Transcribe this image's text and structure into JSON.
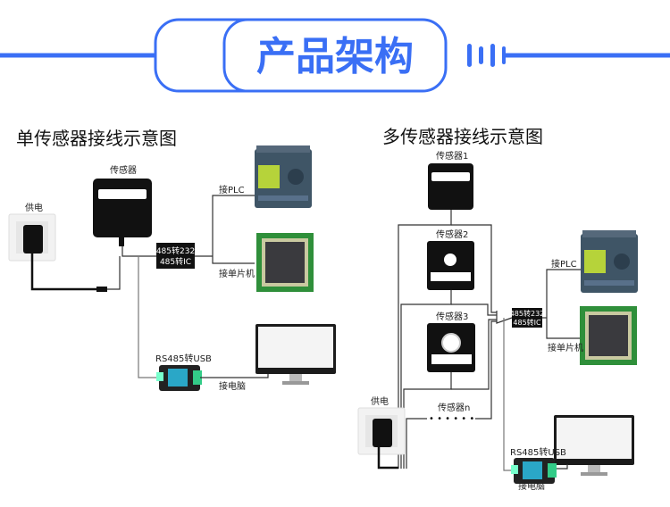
{
  "header": {
    "title": "产品架构",
    "accent": "#3a6ff5"
  },
  "single": {
    "title": "单传感器接线示意图",
    "power": "供电",
    "sensor": "传感器",
    "converter": [
      "485转232",
      "485转IC"
    ],
    "plc": "接PLC",
    "mcu": "接单片机",
    "usb": "RS485转USB",
    "pc": "接电脑"
  },
  "multi": {
    "title": "多传感器接线示意图",
    "power": "供电",
    "sensors": [
      "传感器1",
      "传感器2",
      "传感器3",
      "传感器n"
    ],
    "dots": "• • • • • •",
    "converter": [
      "485转232",
      "485转IC"
    ],
    "plc": "接PLC",
    "mcu": "接单片机",
    "usb": "RS485转USB",
    "pc": "接电脑"
  }
}
